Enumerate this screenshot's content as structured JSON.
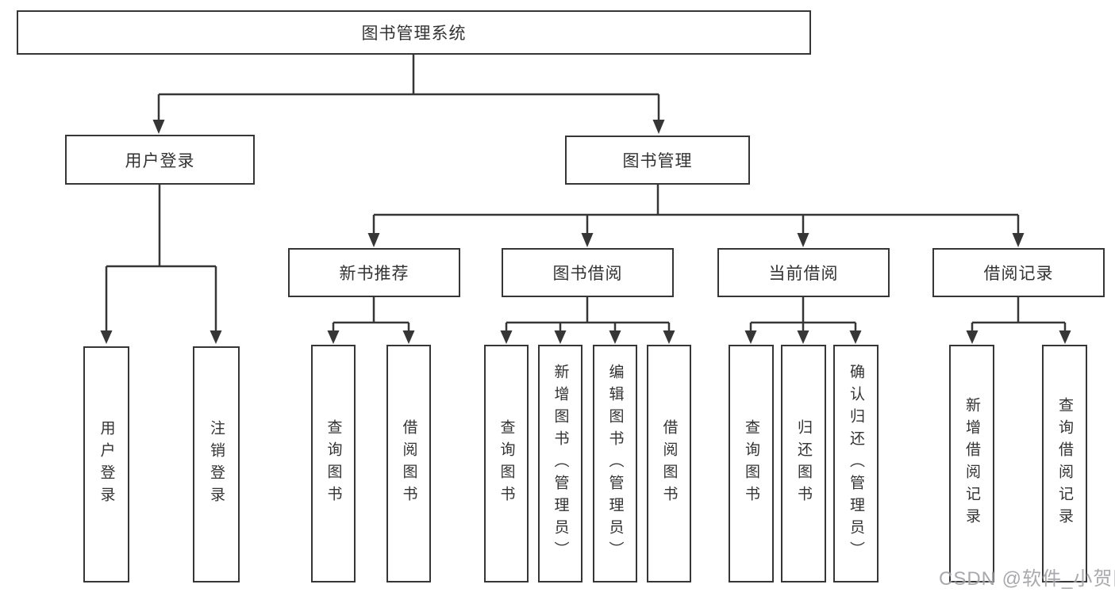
{
  "diagram": {
    "root": {
      "label": "图书管理系统"
    },
    "level2": [
      {
        "label": "用户登录"
      },
      {
        "label": "图书管理"
      }
    ],
    "level3": [
      {
        "label": "新书推荐"
      },
      {
        "label": "图书借阅"
      },
      {
        "label": "当前借阅"
      },
      {
        "label": "借阅记录"
      }
    ],
    "leaves": {
      "login": [
        "用户登录",
        "注销登录"
      ],
      "newbook": [
        "查询图书",
        "借阅图书"
      ],
      "borrow": [
        "查询图书",
        "新增图书（管理员）",
        "编辑图书（管理员）",
        "借阅图书"
      ],
      "current": [
        "查询图书",
        "归还图书",
        "确认归还（管理员）"
      ],
      "records": [
        "新增借阅记录",
        "查询借阅记录"
      ]
    },
    "watermark": "CSDN @软件_小贺同学",
    "colors": {
      "line": "#363636",
      "text": "#333333",
      "watermark": "#919196",
      "background": "#ffffff"
    }
  }
}
